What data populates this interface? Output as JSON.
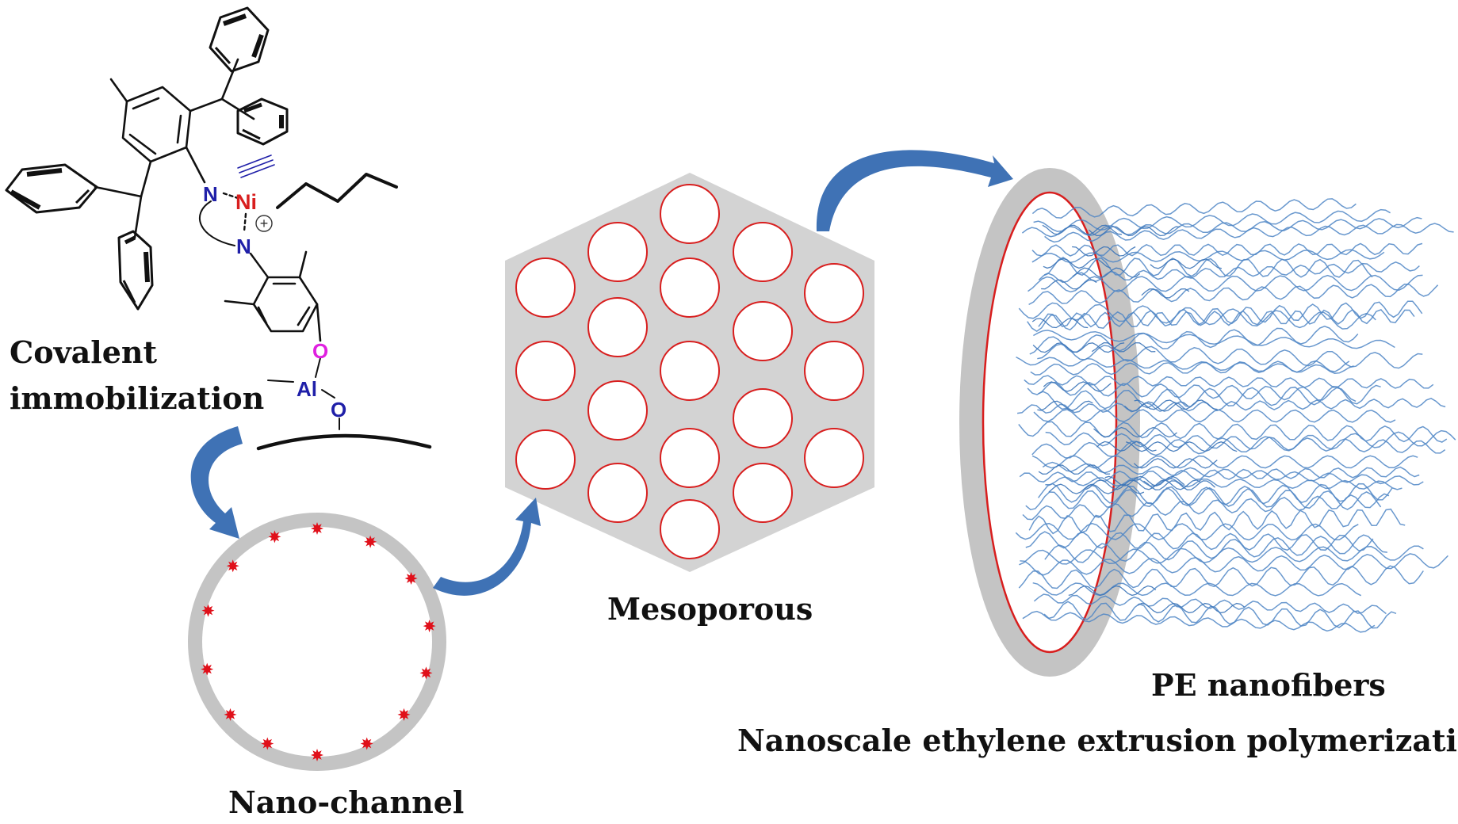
{
  "labels": {
    "covalent_line1": "Covalent",
    "covalent_line2": "immobilization",
    "nano_channel": "Nano-channel",
    "mesoporous": "Mesoporous",
    "pe_nanofibers": "PE nanofibers",
    "extrusion": "Nanoscale ethylene extrusion polymerization"
  },
  "atoms": {
    "nitrogen": "N",
    "nickel": "Ni",
    "charge": "+",
    "oxygen": "O",
    "aluminum": "Al"
  },
  "colors": {
    "arrow": "#3f72b5",
    "pore_outline": "#d81e1e",
    "wall_gray": "#c4c4c4",
    "fiber": "#4f86c6",
    "nitrogen": "#1f1fa8",
    "nickel": "#d81e1e",
    "oxygen": "#e020e0",
    "aluminum": "#1f1fa8",
    "active_site": "#e0101a"
  }
}
